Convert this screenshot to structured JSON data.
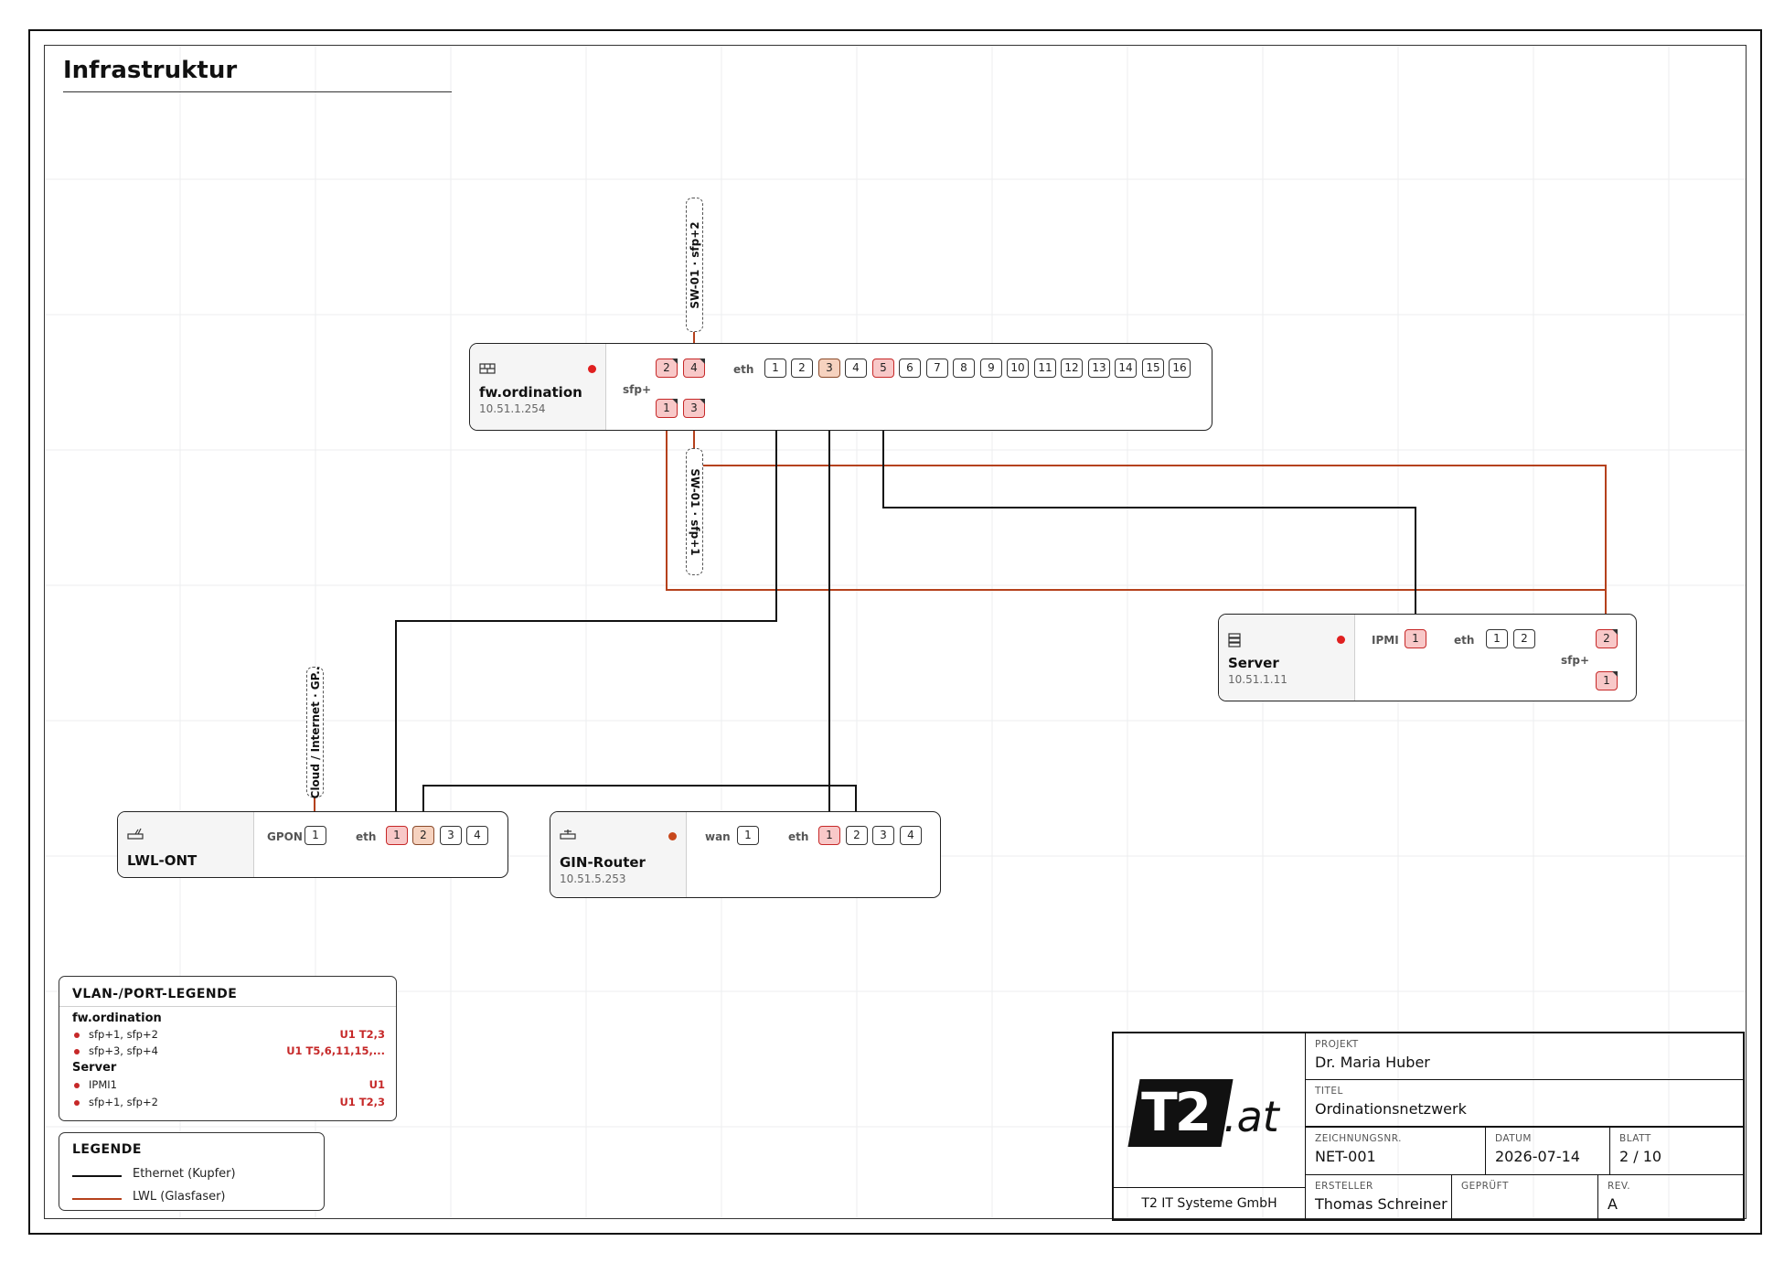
{
  "sheet": {
    "title": "Infrastruktur"
  },
  "colors": {
    "copper": "#111111",
    "fiber": "#b5411c",
    "port_vlan": "#c62828",
    "port_vlan_alt": "#8a4a2a",
    "status_red": "#e02020",
    "status_orange": "#c8481c"
  },
  "devices": {
    "fw": {
      "name": "fw.ordination",
      "ip": "10.51.1.254",
      "icon": "firewall-icon",
      "sfp_label": "sfp+",
      "eth_label": "eth",
      "sfp_top": [
        "2",
        "4"
      ],
      "sfp_bottom": [
        "1",
        "3"
      ],
      "eth_ports": [
        "1",
        "2",
        "3",
        "4",
        "5",
        "6",
        "7",
        "8",
        "9",
        "10",
        "11",
        "12",
        "13",
        "14",
        "15",
        "16"
      ]
    },
    "server": {
      "name": "Server",
      "ip": "10.51.1.11",
      "icon": "server-icon",
      "ipmi_label": "IPMI",
      "ipmi_ports": [
        "1"
      ],
      "eth_label": "eth",
      "eth_ports": [
        "1",
        "2"
      ],
      "sfp_label": "sfp+",
      "sfp_top": [
        "2"
      ],
      "sfp_bottom": [
        "1"
      ]
    },
    "ont": {
      "name": "LWL-ONT",
      "icon": "ont-icon",
      "gpon_label": "GPON",
      "gpon_ports": [
        "1"
      ],
      "eth_label": "eth",
      "eth_ports": [
        "1",
        "2",
        "3",
        "4"
      ]
    },
    "router": {
      "name": "GIN-Router",
      "ip": "10.51.5.253",
      "icon": "router-icon",
      "wan_label": "wan",
      "wan_ports": [
        "1"
      ],
      "eth_label": "eth",
      "eth_ports": [
        "1",
        "2",
        "3",
        "4"
      ]
    }
  },
  "connection_labels": {
    "fw_sfp_top": "SW-01 · sfp+2",
    "fw_sfp_bottom": "SW-01 · sfp+1",
    "ont_gpon": "Cloud / Internet · GP.."
  },
  "vlan_legend": {
    "title": "VLAN-/PORT-LEGENDE",
    "groups": [
      {
        "device": "fw.ordination",
        "rows": [
          {
            "ports": "sfp+1, sfp+2",
            "vlans": "U1 T2,3"
          },
          {
            "ports": "sfp+3, sfp+4",
            "vlans": "U1 T5,6,11,15,..."
          }
        ]
      },
      {
        "device": "Server",
        "rows": [
          {
            "ports": "IPMI1",
            "vlans": "U1"
          },
          {
            "ports": "sfp+1, sfp+2",
            "vlans": "U1 T2,3"
          }
        ]
      }
    ]
  },
  "legend": {
    "title": "LEGENDE",
    "items": [
      {
        "label": "Ethernet (Kupfer)",
        "color": "#111111"
      },
      {
        "label": "LWL (Glasfaser)",
        "color": "#b5411c"
      }
    ]
  },
  "titleblock": {
    "logo": {
      "mark": "T2",
      "suffix": ".at"
    },
    "company": "T2 IT Systeme GmbH",
    "projekt_label": "PROJEKT",
    "projekt": "Dr. Maria Huber",
    "titel_label": "TITEL",
    "titel": "Ordinationsnetzwerk",
    "zeichnungsnr_label": "ZEICHNUNGSNR.",
    "zeichnungsnr": "NET-001",
    "datum_label": "DATUM",
    "datum": "2026-07-14",
    "blatt_label": "BLATT",
    "blatt": "2 / 10",
    "ersteller_label": "ERSTELLER",
    "ersteller": "Thomas Schreiner",
    "geprueft_label": "GEPRÜFT",
    "geprueft": "",
    "rev_label": "REV.",
    "rev": "A"
  }
}
